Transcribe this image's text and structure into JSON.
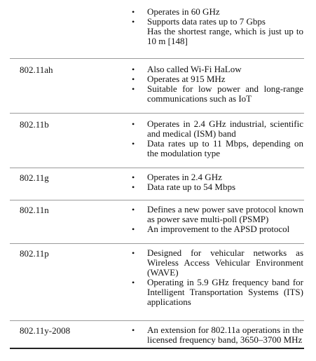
{
  "rows": [
    {
      "standard": "",
      "items": [
        "Operates in 60 GHz",
        "Supports data rates up to 7 Gbps"
      ],
      "continuation": "Has the shortest range, which is just up to 10 m [148]"
    },
    {
      "standard": "802.11ah",
      "items": [
        "Also called Wi-Fi HaLow",
        "Operates at 915 MHz",
        "Suitable for low power and long-range communications such as IoT"
      ]
    },
    {
      "standard": "802.11b",
      "items": [
        "Operates in 2.4 GHz industrial, scientific and medical (ISM) band",
        "Data rates up to 11 Mbps, depending on the modulation type"
      ]
    },
    {
      "standard": "802.11g",
      "items": [
        "Operates in 2.4 GHz",
        "Data rate up to 54 Mbps"
      ]
    },
    {
      "standard": "802.11n",
      "items": [
        "Defines a new power save protocol known as power save multi-poll (PSMP)",
        "An improvement to the APSD protocol"
      ]
    },
    {
      "standard": "802.11p",
      "items": [
        "Designed for vehicular networks as Wireless Access Vehicular Environment (WAVE)",
        "Operating in 5.9 GHz frequency band for Intelligent Transportation Systems (ITS) applications"
      ]
    },
    {
      "standard": "802.11y-2008",
      "items": [
        "An extension for 802.11a operations in the licensed frequency band, 3650–3700 MHz"
      ]
    }
  ],
  "bullet_glyph": "•"
}
